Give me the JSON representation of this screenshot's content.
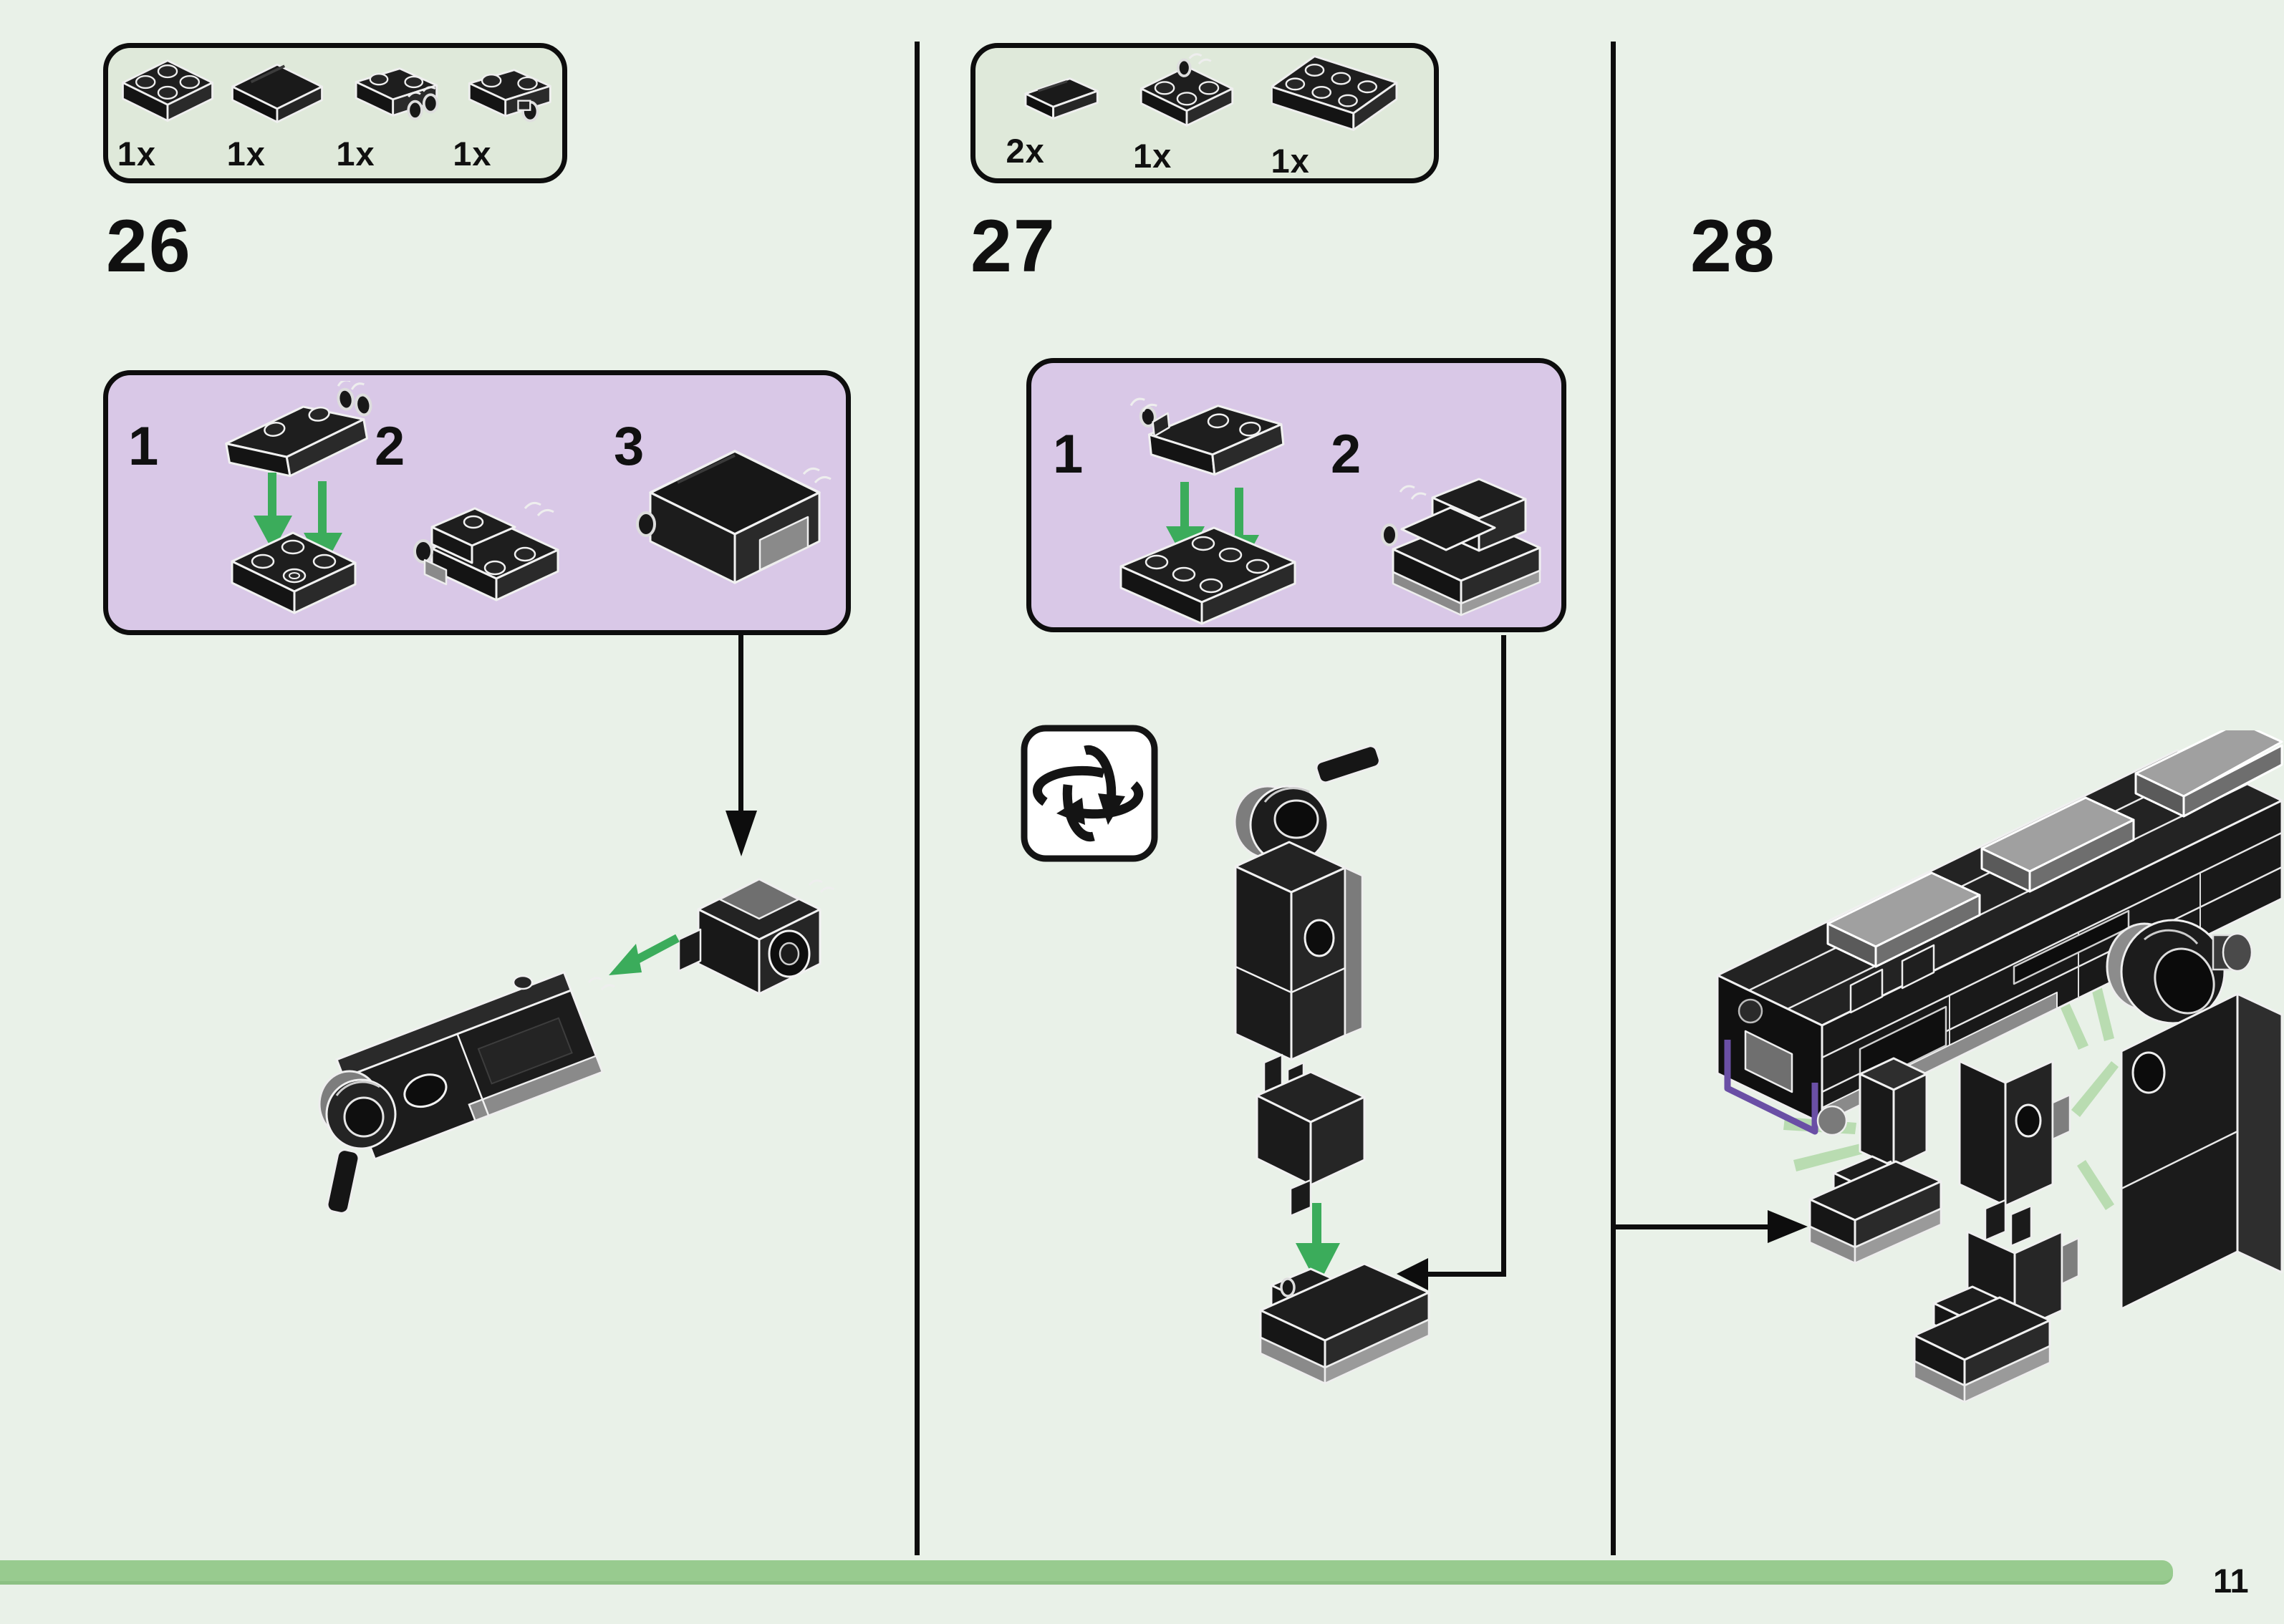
{
  "page": {
    "number": "11"
  },
  "colors": {
    "background": "#e9f1e8",
    "parts_panel_green": "#dfe9da",
    "substep_panel_purple": "#d9c8e7",
    "progress_bar_green": "#98cb8f",
    "assembly_arrow_green": "#3bac5b",
    "snap_burst_green": "#b9dcb1",
    "brick_black": "#1e1e1e",
    "brick_gray": "#8a8a8a",
    "accent_purple": "#6a4fa5",
    "ink": "#0d0d0d"
  },
  "icons": {
    "rotate": "rotate-model-icon"
  },
  "steps": [
    {
      "id": "26",
      "parts": [
        {
          "qty": "1x",
          "part": "plate-2x2-black"
        },
        {
          "qty": "1x",
          "part": "tile-2x2-black"
        },
        {
          "qty": "1x",
          "part": "plate-1x2-double-clip-black"
        },
        {
          "qty": "1x",
          "part": "plate-1x2-clip-black"
        }
      ],
      "substeps": [
        "1",
        "2",
        "3"
      ]
    },
    {
      "id": "27",
      "parts": [
        {
          "qty": "2x",
          "part": "tile-1x2-black"
        },
        {
          "qty": "1x",
          "part": "plate-2x2-clip-black"
        },
        {
          "qty": "1x",
          "part": "plate-2x3-black"
        }
      ],
      "substeps": [
        "1",
        "2"
      ]
    },
    {
      "id": "28",
      "parts": [],
      "substeps": []
    }
  ]
}
